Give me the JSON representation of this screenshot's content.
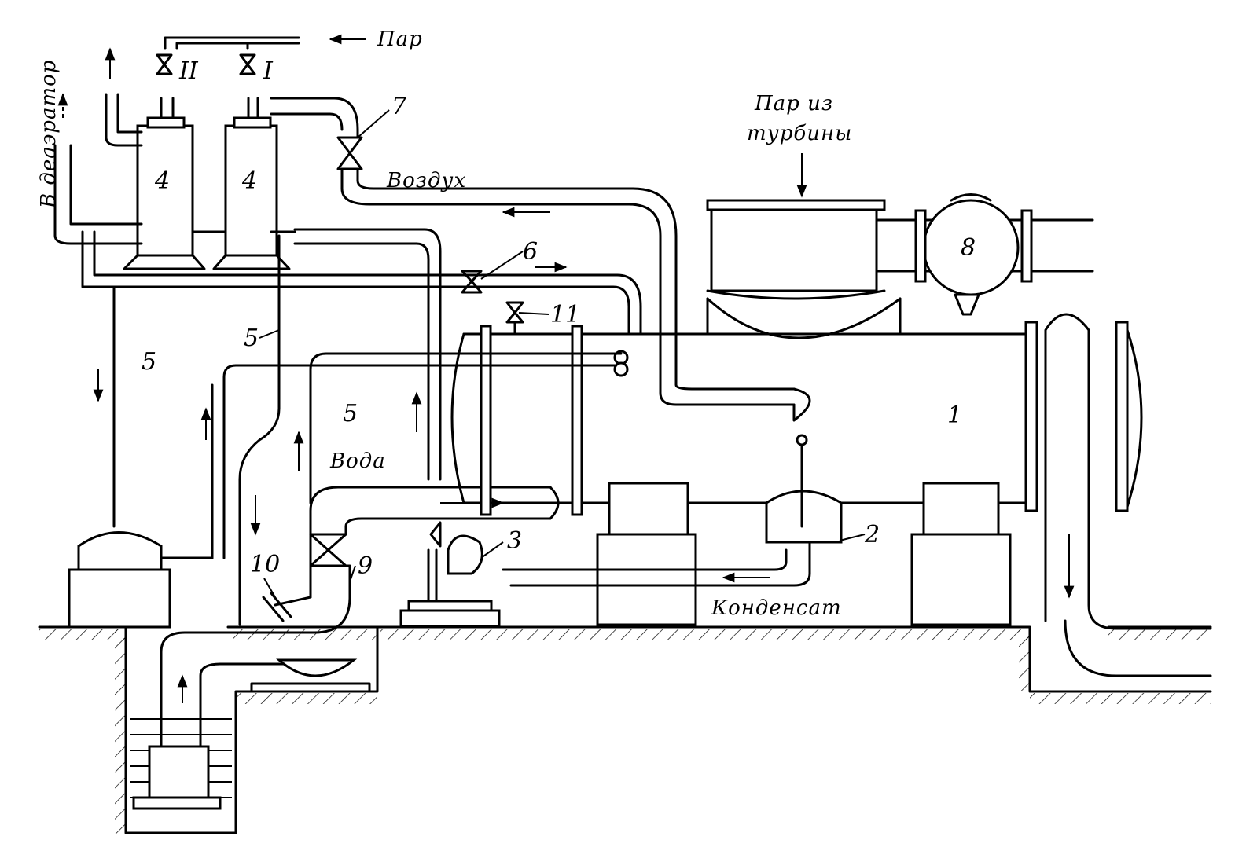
{
  "labels": {
    "par": "Пар",
    "par_iz_turbiny_line1": "Пар из",
    "par_iz_turbiny_line2": "турбины",
    "vozdukh": "Воздух",
    "voda": "Вода",
    "kondensat": "Конденсат",
    "v_deaerator": "В деаэратор"
  },
  "numbers": {
    "n1": "1",
    "n2": "2",
    "n3": "3",
    "n4a": "4",
    "n4b": "4",
    "n5a": "5",
    "n5b": "5",
    "n5c": "5",
    "n6": "6",
    "n7": "7",
    "n8": "8",
    "n9": "9",
    "n10": "10",
    "n11": "11"
  },
  "roman": {
    "I": "I",
    "II": "II"
  }
}
